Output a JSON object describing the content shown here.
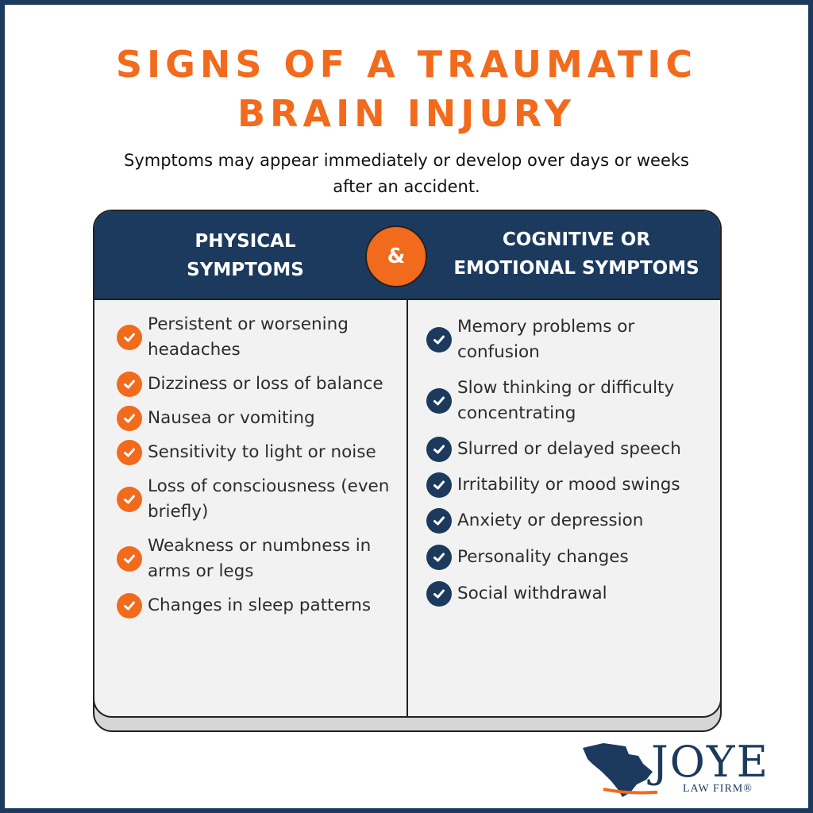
{
  "title_line1": "SIGNS OF A TRAUMATIC",
  "title_line2": "BRAIN INJURY",
  "subtitle_line1": "Symptoms may appear immediately or develop over days or weeks",
  "subtitle_line2": "after an accident.",
  "physical_header_line1": "PHYSICAL",
  "physical_header_line2": "SYMPTOMS",
  "ampersand": "&",
  "cognitive_header_line1": "COGNITIVE OR",
  "cognitive_header_line2": "EMOTIONAL SYMPTOMS",
  "physical_symptoms": [
    "Persistent or worsening headaches",
    "Dizziness or loss of balance",
    "Nausea or vomiting",
    "Sensitivity to light or noise",
    "Loss of consciousness (even briefly)",
    "Weakness or numbness in arms or legs",
    "Changes in sleep patterns"
  ],
  "cognitive_symptoms": [
    "Memory problems or confusion",
    "Slow thinking or difficulty concentrating",
    "Slurred or delayed speech",
    "Irritability or mood swings",
    "Anxiety or depression",
    "Personality changes",
    "Social withdrawal"
  ],
  "logo": {
    "name": "JOYE",
    "tagline": "LAW FIRM®"
  },
  "colors": {
    "accent_orange": "#f26a1b",
    "navy": "#1b3a5e",
    "card_bg": "#f2f2f2"
  },
  "icons": {
    "physical_bullet": "check-circle-icon",
    "cognitive_bullet": "check-circle-icon",
    "logo_mark": "south-carolina-state-icon"
  }
}
